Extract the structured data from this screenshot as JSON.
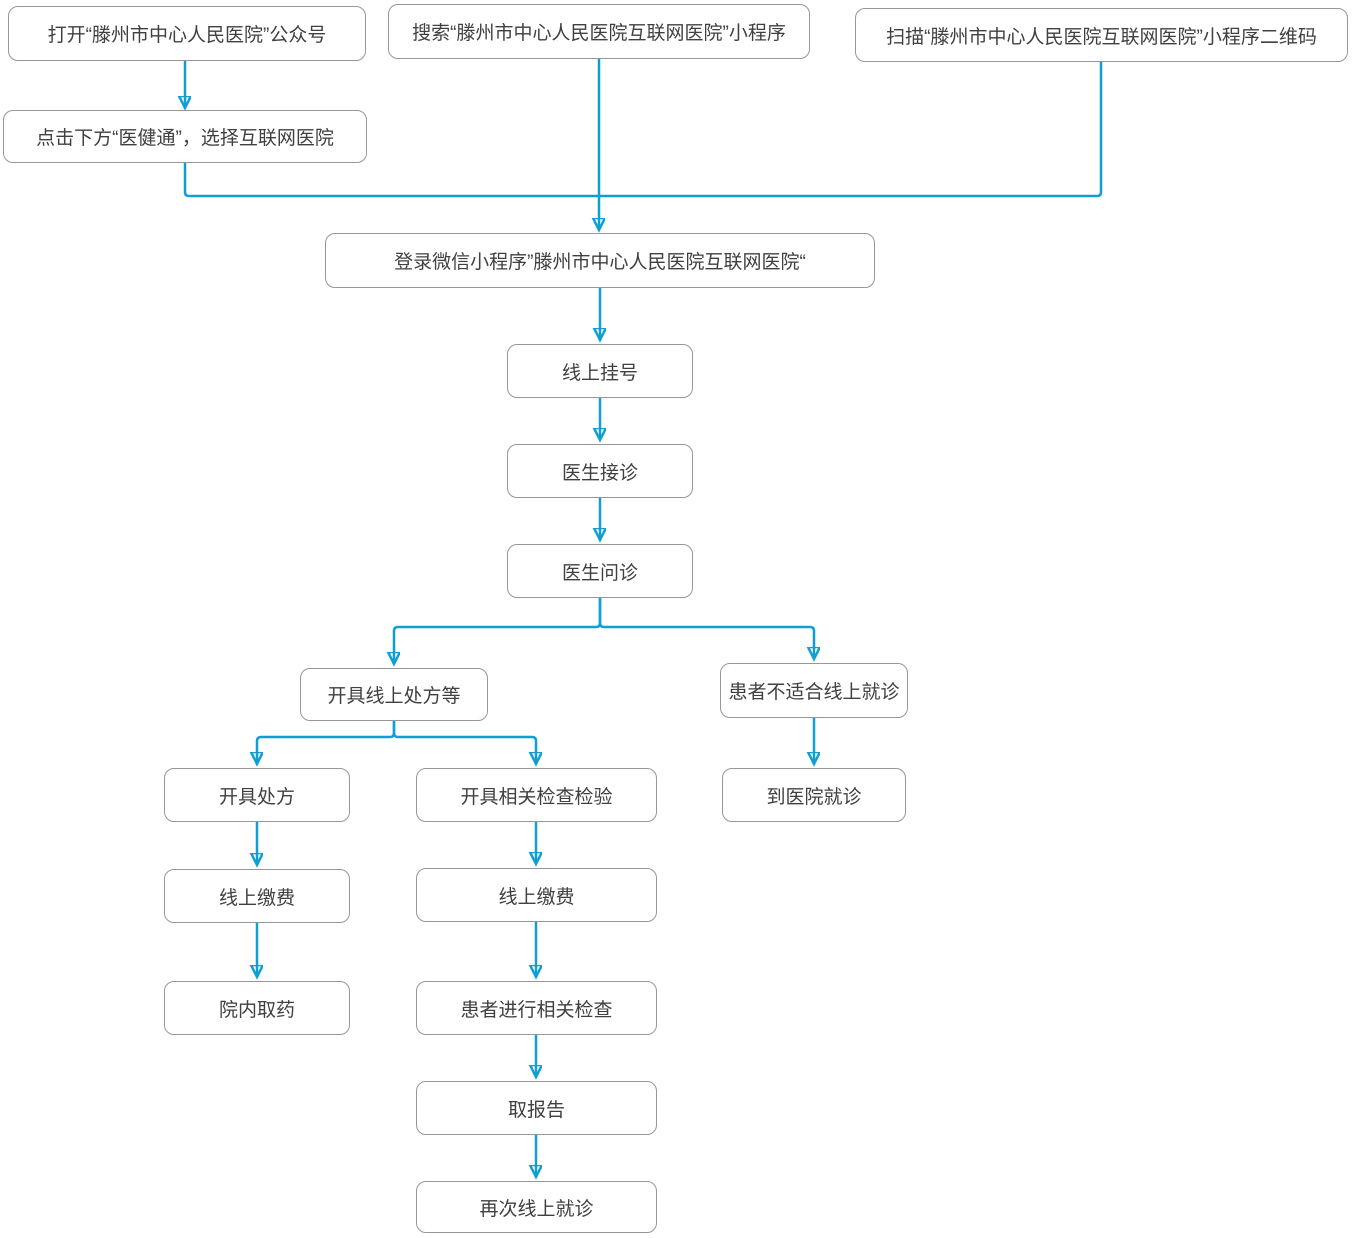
{
  "colors": {
    "connector": "#0f9fd4",
    "node_border": "#979797",
    "node_text": "#404040",
    "node_fill": "#ffffff",
    "background": "#ffffff"
  },
  "nodes": {
    "open": {
      "label": "打开“滕州市中心人民医院”公众号"
    },
    "click": {
      "label": "点击下方“医健通”，选择互联网医院"
    },
    "search": {
      "label": "搜索“滕州市中心人民医院互联网医院”小程序"
    },
    "scan": {
      "label": "扫描“滕州市中心人民医院互联网医院”小程序二维码"
    },
    "login": {
      "label": "登录微信小程序”滕州市中心人民医院互联网医院“"
    },
    "register": {
      "label": "线上挂号"
    },
    "accept": {
      "label": "医生接诊"
    },
    "inquiry": {
      "label": "医生问诊"
    },
    "rx_online": {
      "label": "开具线上处方等"
    },
    "unsuitable": {
      "label": "患者不适合线上就诊"
    },
    "rx": {
      "label": "开具处方"
    },
    "exam_order": {
      "label": "开具相关检查检验"
    },
    "visit": {
      "label": "到医院就诊"
    },
    "pay_a": {
      "label": "线上缴费"
    },
    "pay_b": {
      "label": "线上缴费"
    },
    "pickup": {
      "label": "院内取药"
    },
    "exam_do": {
      "label": "患者进行相关检查"
    },
    "report": {
      "label": "取报告"
    },
    "revisit": {
      "label": "再次线上就诊"
    }
  },
  "edges": [
    {
      "from": "open",
      "to": "click"
    },
    {
      "from": "click",
      "to": "login"
    },
    {
      "from": "search",
      "to": "login"
    },
    {
      "from": "scan",
      "to": "login"
    },
    {
      "from": "login",
      "to": "register"
    },
    {
      "from": "register",
      "to": "accept"
    },
    {
      "from": "accept",
      "to": "inquiry"
    },
    {
      "from": "inquiry",
      "to": "rx_online"
    },
    {
      "from": "inquiry",
      "to": "unsuitable"
    },
    {
      "from": "rx_online",
      "to": "rx"
    },
    {
      "from": "rx_online",
      "to": "exam_order"
    },
    {
      "from": "unsuitable",
      "to": "visit"
    },
    {
      "from": "rx",
      "to": "pay_a"
    },
    {
      "from": "exam_order",
      "to": "pay_b"
    },
    {
      "from": "pay_a",
      "to": "pickup"
    },
    {
      "from": "pay_b",
      "to": "exam_do"
    },
    {
      "from": "exam_do",
      "to": "report"
    },
    {
      "from": "report",
      "to": "revisit"
    }
  ]
}
